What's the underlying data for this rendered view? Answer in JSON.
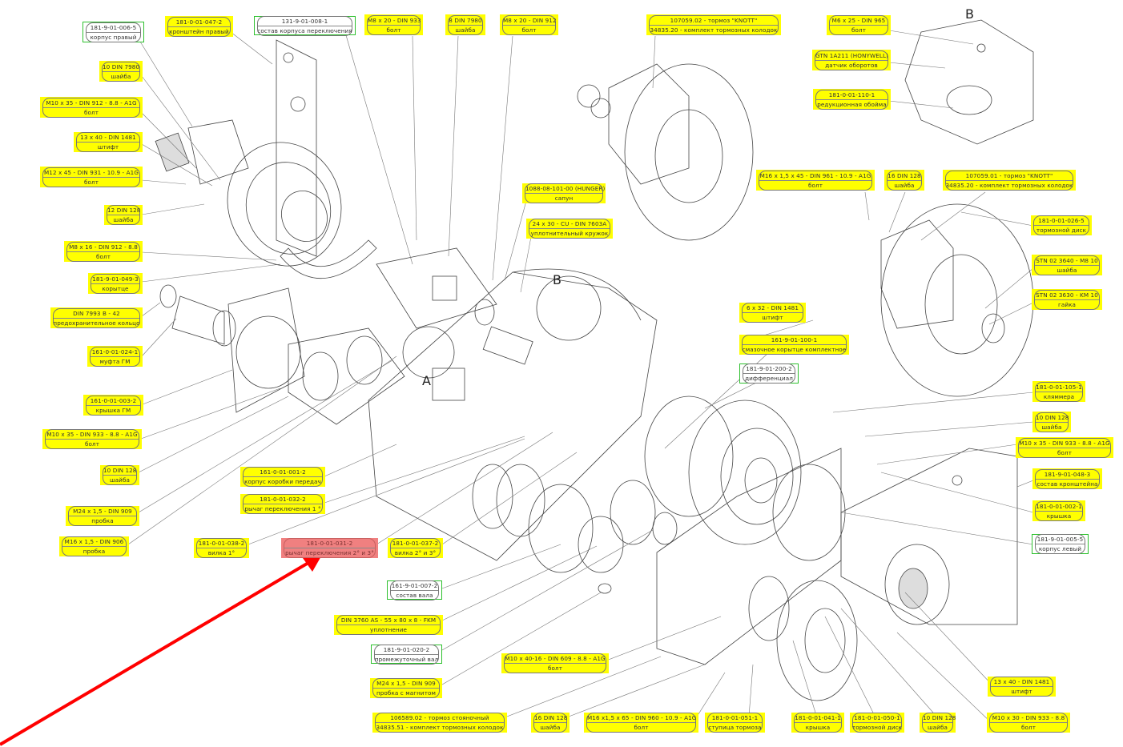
{
  "title": "Exploded parts diagram of gearbox assembly",
  "view_markers": {
    "a": "A",
    "b_main": "B",
    "b_detail": "B"
  },
  "highlight_color": "#f08080",
  "label_colors": {
    "standard": "#ffff00",
    "assembly_border": "#2ec02e",
    "arrow": "#ff0000"
  },
  "labels": {
    "l01": {
      "code": "181-9-01-006-5",
      "name": "корпус правый",
      "type": "assembly"
    },
    "l02": {
      "code": "181-0-01-047-2",
      "name": "кронштейн правый",
      "type": "part"
    },
    "l03": {
      "code": "131-9-01-008-1",
      "name": "состав корпуса переключения",
      "type": "assembly"
    },
    "l04": {
      "code": "M8 x 20 - DIN 933",
      "name": "болт",
      "type": "part"
    },
    "l05": {
      "code": "8 DIN 7980",
      "name": "шайба",
      "type": "part"
    },
    "l06": {
      "code": "M8 x 20 - DIN 912",
      "name": "болт",
      "type": "part"
    },
    "l07": {
      "code": "107059.02 - тормоз \"KNOTT\"",
      "name": "34835.20 - комплект тормозных колодок",
      "type": "part"
    },
    "l08": {
      "code": "M6 x 25 - DIN 965",
      "name": "болт",
      "type": "part"
    },
    "l09": {
      "code": "GTN 1A211 (HONYWELL)",
      "name": "датчик оборотов",
      "type": "part"
    },
    "l10": {
      "code": "181-0-01-110-1",
      "name": "редукционная обойма",
      "type": "part"
    },
    "l11": {
      "code": "10 DIN 7980",
      "name": "шайба",
      "type": "part"
    },
    "l12": {
      "code": "M10 x 35 - DIN 912 - 8.8 - A1G",
      "name": "болт",
      "type": "part"
    },
    "l13": {
      "code": "13 x 40 - DIN 1481",
      "name": "штифт",
      "type": "part"
    },
    "l14": {
      "code": "M12 x 45 - DIN 931 - 10.9 - A1G",
      "name": "болт",
      "type": "part"
    },
    "l15": {
      "code": "12 DIN 128",
      "name": "шайба",
      "type": "part"
    },
    "l16": {
      "code": "M8 x 16 - DIN 912 - 8.8",
      "name": "болт",
      "type": "part"
    },
    "l17": {
      "code": "181-9-01-049-3",
      "name": "корытце",
      "type": "part"
    },
    "l18": {
      "code": "DIN 7993 B - 42",
      "name": "предохранительное кольцо",
      "type": "part"
    },
    "l19": {
      "code": "161-0-01-024-1",
      "name": "муфта ГМ",
      "type": "part"
    },
    "l20": {
      "code": "161-0-01-003-2",
      "name": "крышка ГМ",
      "type": "part"
    },
    "l21": {
      "code": "M10 x 35 - DIN 933 - 8.8 - A1G",
      "name": "болт",
      "type": "part"
    },
    "l22": {
      "code": "10 DIN 128",
      "name": "шайба",
      "type": "part"
    },
    "l23": {
      "code": "M24 x 1,5 - DIN 909",
      "name": "пробка",
      "type": "part"
    },
    "l24": {
      "code": "M16 x 1,5 - DIN 906",
      "name": "пробка",
      "type": "part"
    },
    "l25": {
      "code": "161-0-01-001-2",
      "name": "корпус коробки передач",
      "type": "part"
    },
    "l26": {
      "code": "181-0-01-032-2",
      "name": "рычаг переключения 1 °",
      "type": "part"
    },
    "l27": {
      "code": "181-0-01-038-2",
      "name": "вилка 1°",
      "type": "part"
    },
    "l28": {
      "code": "181-0-01-031-2",
      "name": "рычаг переключения 2° и 3°",
      "type": "highlighted"
    },
    "l29": {
      "code": "181-0-01-037-2",
      "name": "вилка 2° и 3°",
      "type": "part"
    },
    "l30": {
      "code": "161-9-01-007-2",
      "name": "состав вала",
      "type": "assembly"
    },
    "l31": {
      "code": "DIN 3760 AS - 55 x 80 x 8 - FKM",
      "name": "уплотнение",
      "type": "part"
    },
    "l32": {
      "code": "181-9-01-020-2",
      "name": "промежуточный вал",
      "type": "assembly"
    },
    "l33": {
      "code": "M24 x 1,5 - DIN 909",
      "name": "пробка с магнитом",
      "type": "part"
    },
    "l34": {
      "code": "106589.02 - тормоз стояночный",
      "name": "34835.51 - комплект тормозных колодок",
      "type": "part"
    },
    "l35": {
      "code": "16 DIN 128",
      "name": "шайба",
      "type": "part"
    },
    "l36": {
      "code": "M16 x1,5 x 65 - DIN 960 - 10.9 - A1G",
      "name": "болт",
      "type": "part"
    },
    "l37": {
      "code": "181-0-01-051-1",
      "name": "ступица тормоза",
      "type": "part"
    },
    "l38": {
      "code": "181-0-01-041-1",
      "name": "крышка",
      "type": "part"
    },
    "l39": {
      "code": "181-0-01-050-1",
      "name": "тормозной диск",
      "type": "part"
    },
    "l40": {
      "code": "10 DIN 128",
      "name": "шайба",
      "type": "part"
    },
    "l41": {
      "code": "M10 x 30 - DIN 933 - 8.8",
      "name": "болт",
      "type": "part"
    },
    "l42": {
      "code": "13 x 40 - DIN 1481",
      "name": "штифт",
      "type": "part"
    },
    "l43": {
      "code": "M10 x 40-16 - DIN 609 - 8.8 - A1G",
      "name": "болт",
      "type": "part"
    },
    "l44": {
      "code": "1088-08-101-00 (HUNGER)",
      "name": "сапун",
      "type": "part"
    },
    "l45": {
      "code": "24 x 30 - CU - DIN 7603A",
      "name": "уплотнительный кружок",
      "type": "part"
    },
    "l46": {
      "code": "M16 x 1,5 x 45 - DIN 961 - 10.9 - A1G",
      "name": "болт",
      "type": "part"
    },
    "l47": {
      "code": "16 DIN 128",
      "name": "шайба",
      "type": "part"
    },
    "l48": {
      "code": "107059.01 - тормоз \"KNOTT\"",
      "name": "34835.20 - комплект тормозных колодок",
      "type": "part"
    },
    "l49": {
      "code": "181-0-01-026-5",
      "name": "тормозной диск",
      "type": "part"
    },
    "l50": {
      "code": "STN 02 3640 - M8 10",
      "name": "шайба",
      "type": "part"
    },
    "l51": {
      "code": "STN 02 3630 - KM 10",
      "name": "гайка",
      "type": "part"
    },
    "l52": {
      "code": "6 x 32 - DIN 1481",
      "name": "штифт",
      "type": "part"
    },
    "l53": {
      "code": "161-9-01-100-1",
      "name": "смазочное корытце комплектное",
      "type": "part"
    },
    "l54": {
      "code": "181-9-01-200-2",
      "name": "дифференциал",
      "type": "assembly"
    },
    "l55": {
      "code": "181-0-01-105-1",
      "name": "кляммера",
      "type": "part"
    },
    "l56": {
      "code": "10 DIN 128",
      "name": "шайба",
      "type": "part"
    },
    "l57": {
      "code": "M10 x 35 - DIN 933 - 8.8 - A1G",
      "name": "болт",
      "type": "part"
    },
    "l58": {
      "code": "181-9-01-048-3",
      "name": "состав кронштейна",
      "type": "part"
    },
    "l59": {
      "code": "181-0-01-002-1",
      "name": "крышка",
      "type": "part"
    },
    "l60": {
      "code": "181-9-01-005-5",
      "name": "корпус левый",
      "type": "assembly"
    }
  }
}
